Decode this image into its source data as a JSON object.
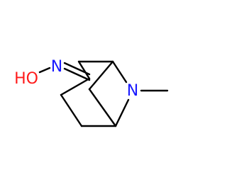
{
  "molecule": {
    "atoms": {
      "oxime_nitrogen": {
        "symbol": "N",
        "color": "#1a1aff"
      },
      "hydroxyl": {
        "symbol": "HO",
        "color": "#ff1a1a"
      },
      "ring_nitrogen": {
        "symbol": "N",
        "color": "#1a1aff"
      }
    },
    "bond_color": "#000000",
    "background": "#ffffff"
  }
}
